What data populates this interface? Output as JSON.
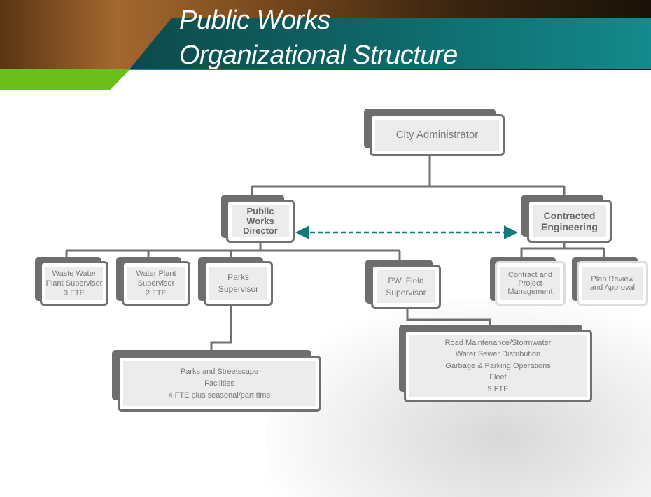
{
  "title": {
    "line1": "Public Works",
    "line2": "Organizational Structure"
  },
  "colors": {
    "banner": "#0f6466",
    "accent_green": "#6cbf1a",
    "connector": "#707070",
    "dashed_arrow": "#127a7c"
  },
  "nodes": {
    "city_admin": [
      "City Administrator"
    ],
    "pw_director": [
      "Public",
      "Works",
      "Director"
    ],
    "contracted_eng": [
      "Contracted",
      "Engineering"
    ],
    "waste_water": [
      "Waste Water",
      "Plant Supervisor",
      "3 FTE"
    ],
    "water_plant": [
      "Water Plant",
      "Supervisor",
      "2 FTE"
    ],
    "parks": [
      "Parks",
      "Supervisor"
    ],
    "pw_field": [
      "PW. Field",
      "Supervisor"
    ],
    "contract_mgmt": [
      "Contract and",
      "Project",
      "Management"
    ],
    "plan_review": [
      "Plan Review",
      "and Approval"
    ],
    "parks_streetscape": [
      "Parks and Streetscape",
      "Facilities",
      "4 FTE plus seasonal/part time"
    ],
    "road_maint": [
      "Road Maintenance/Stormwater",
      "Water Sewer Distribution",
      "Garbage & Parking Operations",
      "Fleet",
      "9 FTE"
    ]
  }
}
